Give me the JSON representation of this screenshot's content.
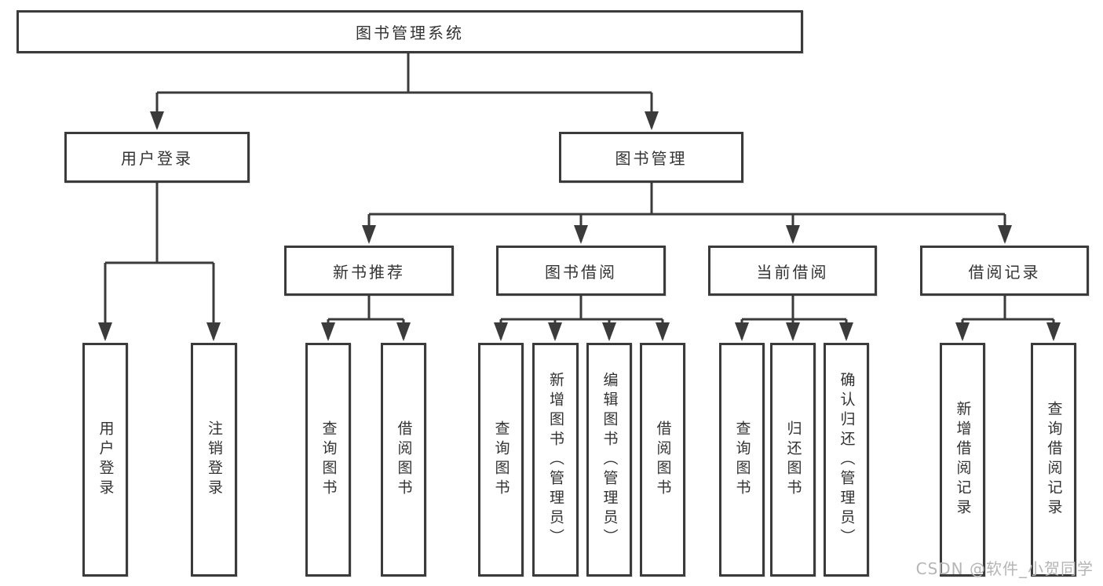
{
  "tree": {
    "label": "图书管理系统",
    "children": [
      {
        "label": "用户登录",
        "children": [
          {
            "label": "用户登录"
          },
          {
            "label": "注销登录"
          }
        ]
      },
      {
        "label": "图书管理",
        "children": [
          {
            "label": "新书推荐",
            "children": [
              {
                "label": "查询图书"
              },
              {
                "label": "借阅图书"
              }
            ]
          },
          {
            "label": "图书借阅",
            "children": [
              {
                "label": "查询图书"
              },
              {
                "label": "新增图书（管理员）"
              },
              {
                "label": "编辑图书（管理员）"
              },
              {
                "label": "借阅图书"
              }
            ]
          },
          {
            "label": "当前借阅",
            "children": [
              {
                "label": "查询图书"
              },
              {
                "label": "归还图书"
              },
              {
                "label": "确认归还（管理员）"
              }
            ]
          },
          {
            "label": "借阅记录",
            "children": [
              {
                "label": "新增借阅记录"
              },
              {
                "label": "查询借阅记录"
              }
            ]
          }
        ]
      }
    ]
  },
  "watermark": {
    "text": "CSDN @软件_小贺同学"
  },
  "colors": {
    "line": "#3b3b3b",
    "text": "#333333",
    "box_background": "#ffffff",
    "watermark": "#b5b5b5"
  }
}
